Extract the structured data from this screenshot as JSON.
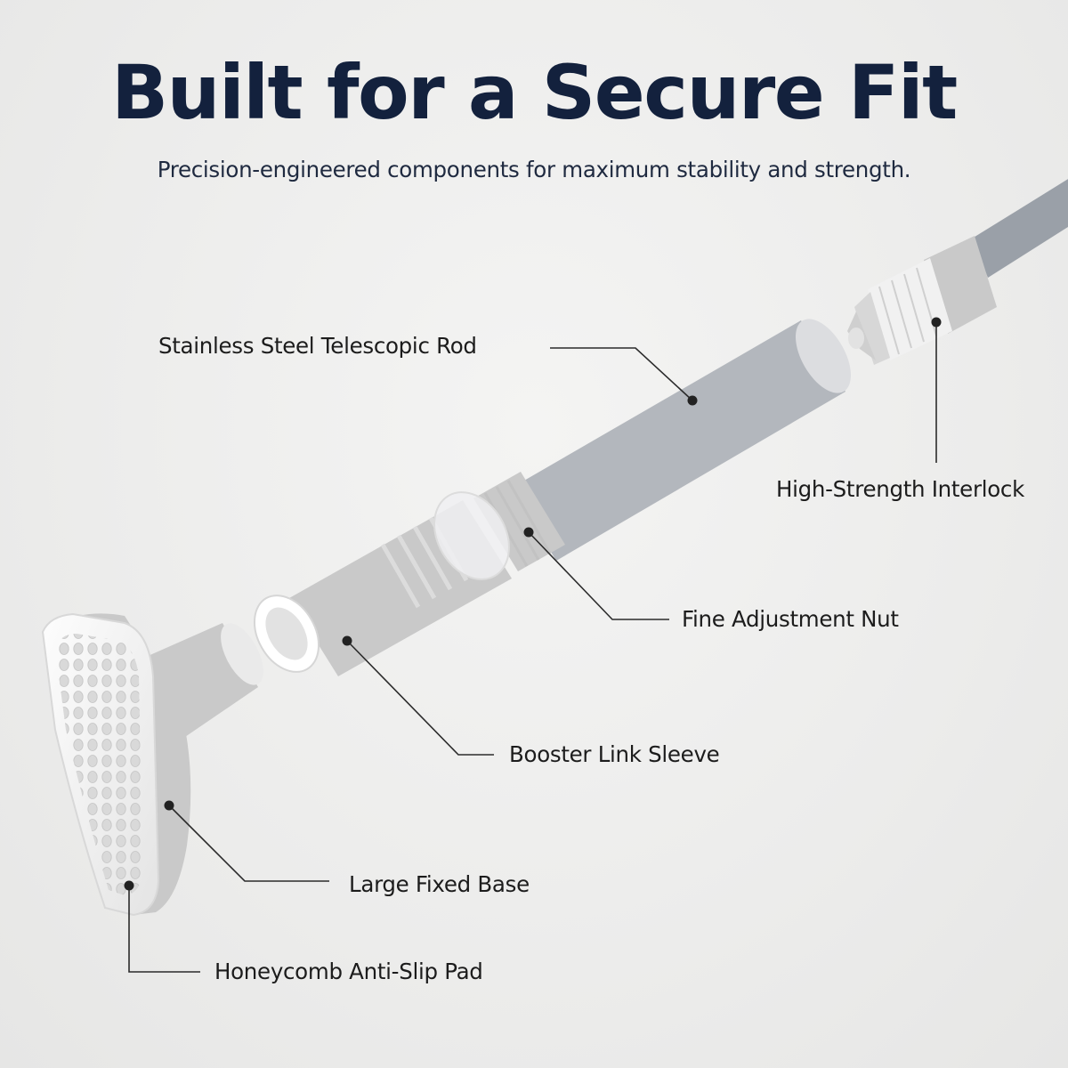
{
  "header": {
    "title": "Built for a Secure Fit",
    "subtitle": "Precision-engineered components for maximum stability and strength."
  },
  "callouts": [
    {
      "id": "rod",
      "label": "Stainless Steel Telescopic Rod"
    },
    {
      "id": "interlock",
      "label": "High-Strength Interlock"
    },
    {
      "id": "nut",
      "label": "Fine Adjustment Nut"
    },
    {
      "id": "sleeve",
      "label": "Booster Link Sleeve"
    },
    {
      "id": "base",
      "label": "Large Fixed Base"
    },
    {
      "id": "pad",
      "label": "Honeycomb Anti-Slip Pad"
    }
  ],
  "colors": {
    "title": "#13213d",
    "leader_line": "#2b2b2b",
    "plastic": "#f7f7f7",
    "steel_dark": "#2a2c33"
  }
}
